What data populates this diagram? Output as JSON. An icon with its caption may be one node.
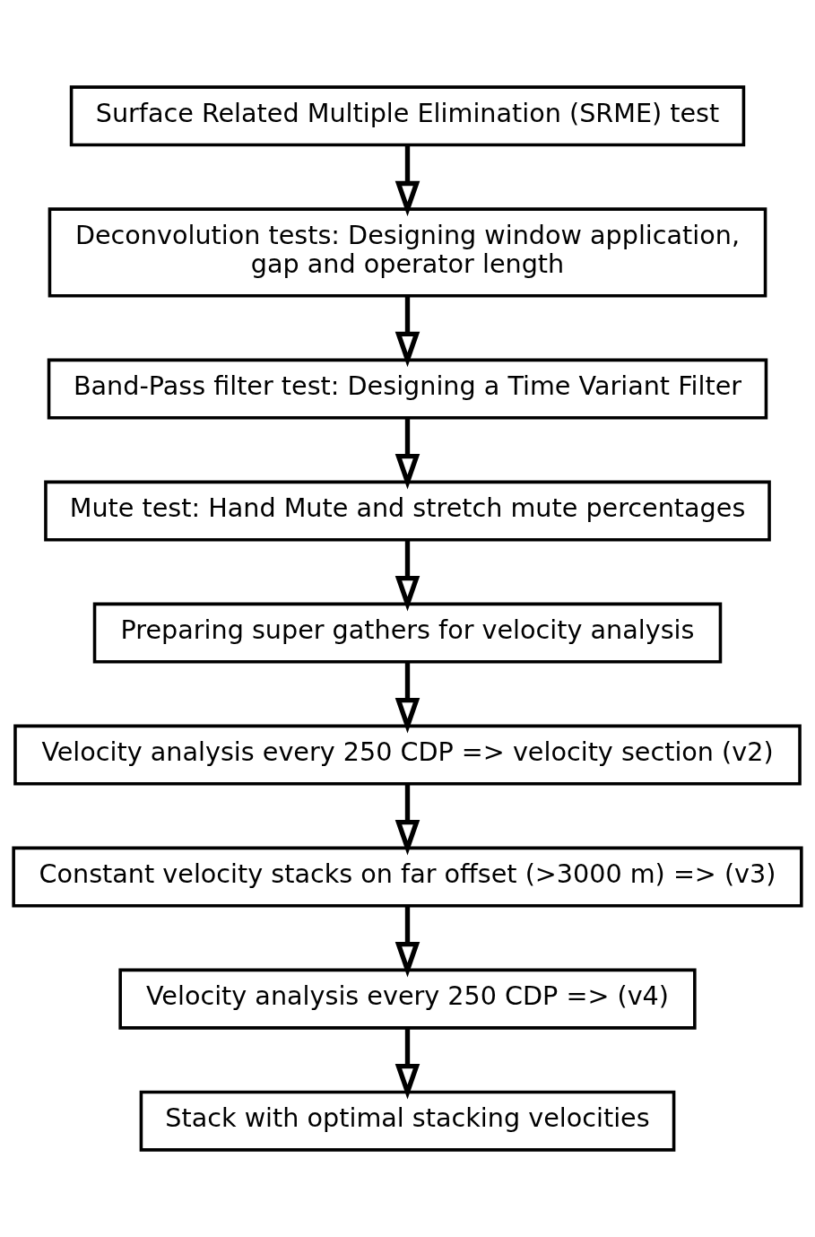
{
  "diagram": {
    "nodes": [
      {
        "text": [
          "Surface Related Multiple Elimination (SRME) test"
        ]
      },
      {
        "text": [
          "Deconvolution tests: Designing window application, gap and operator length"
        ]
      },
      {
        "text": [
          "Band-Pass filter test: Designing a Time Variant Filter"
        ]
      },
      {
        "text": [
          "Mute test: Hand Mute and stretch mute percentages"
        ]
      },
      {
        "text": [
          "Preparing super gathers for velocity analysis"
        ]
      },
      {
        "text": [
          "Velocity analysis every 250 CDP => velocity section (v2)"
        ]
      },
      {
        "text": [
          "Constant velocity stacks on far offset (>3000 m) => (v3)"
        ]
      },
      {
        "text": [
          "Velocity analysis every 250 CDP => (v4)"
        ]
      },
      {
        "text": [
          "Stack with optimal stacking velocities"
        ]
      }
    ],
    "edges": [
      {
        "from": 0,
        "to": 1,
        "arrow": "to"
      },
      {
        "from": 1,
        "to": 2,
        "arrow": "to"
      },
      {
        "from": 2,
        "to": 3,
        "arrow": "to"
      },
      {
        "from": 3,
        "to": 4,
        "arrow": "to"
      },
      {
        "from": 4,
        "to": 5,
        "arrow": "to"
      },
      {
        "from": 5,
        "to": 6,
        "arrow": "to"
      },
      {
        "from": 6,
        "to": 7,
        "arrow": "to"
      },
      {
        "from": 7,
        "to": 8,
        "arrow": "to"
      }
    ]
  }
}
